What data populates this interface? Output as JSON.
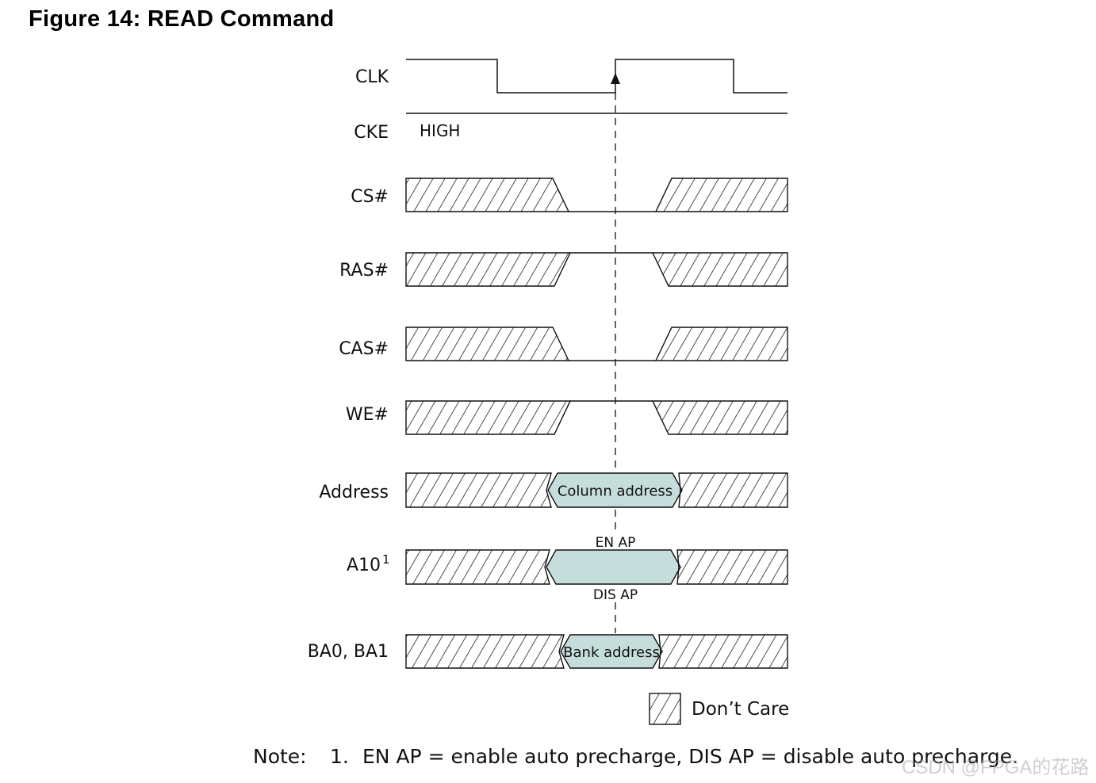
{
  "figure": {
    "title": "Figure 14: READ Command"
  },
  "colors": {
    "bus_fill": "#c6dedb",
    "line": "#111111",
    "hatch": "#111111"
  },
  "signals": [
    {
      "id": "clk",
      "label": "CLK",
      "kind": "clock"
    },
    {
      "id": "cke",
      "label": "CKE",
      "kind": "level",
      "value": "HIGH"
    },
    {
      "id": "cs",
      "label": "CS#",
      "kind": "control",
      "active": "low"
    },
    {
      "id": "ras",
      "label": "RAS#",
      "kind": "control",
      "active": "high"
    },
    {
      "id": "cas",
      "label": "CAS#",
      "kind": "control",
      "active": "low"
    },
    {
      "id": "we",
      "label": "WE#",
      "kind": "control",
      "active": "high"
    },
    {
      "id": "address",
      "label": "Address",
      "kind": "bus",
      "value": "Column address"
    },
    {
      "id": "a10",
      "label": "A10",
      "superscript": "1",
      "kind": "bus",
      "value": "",
      "above": "EN AP",
      "below": "DIS AP"
    },
    {
      "id": "ba",
      "label": "BA0, BA1",
      "kind": "bus",
      "value": "Bank address"
    }
  ],
  "legend": {
    "dont_care": "Don’t Care"
  },
  "note": {
    "label": "Note:",
    "number": "1.",
    "text": "EN AP = enable auto precharge, DIS AP = disable auto precharge."
  },
  "watermark": "CSDN @FPGA的花路"
}
